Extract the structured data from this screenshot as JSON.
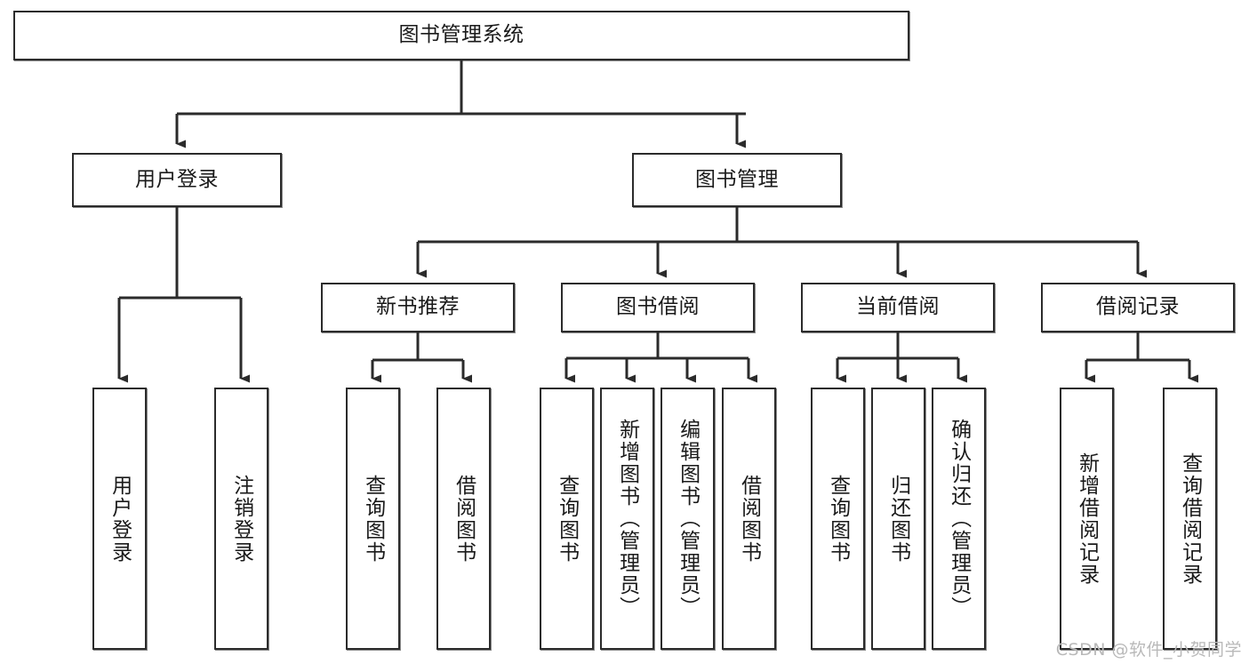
{
  "diagram": {
    "title": "图书管理系统",
    "watermark": "CSDN @软件_小贺同学",
    "colors": {
      "box_border": "#2b2b2b",
      "box_fill": "#ffffff",
      "edge": "#2b2b2b",
      "text": "#1a1a1a",
      "watermark": "#b9b9b9",
      "background": "#ffffff"
    },
    "root": {
      "label": "图书管理系统"
    },
    "level1": [
      {
        "label": "用户登录"
      },
      {
        "label": "图书管理"
      }
    ],
    "level2": [
      {
        "label": "新书推荐"
      },
      {
        "label": "图书借阅"
      },
      {
        "label": "当前借阅"
      },
      {
        "label": "借阅记录"
      }
    ],
    "leaves": {
      "user_login": [
        {
          "label": "用户登录"
        },
        {
          "label": "注销登录"
        }
      ],
      "new_book_recommend": [
        {
          "label": "查询图书"
        },
        {
          "label": "借阅图书"
        }
      ],
      "book_borrow": [
        {
          "label": "查询图书"
        },
        {
          "label": "新增图书（管理员）"
        },
        {
          "label": "编辑图书（管理员）"
        },
        {
          "label": "借阅图书"
        }
      ],
      "current_borrow": [
        {
          "label": "查询图书"
        },
        {
          "label": "归还图书"
        },
        {
          "label": "确认归还（管理员）"
        }
      ],
      "borrow_record": [
        {
          "label": "新增借阅记录"
        },
        {
          "label": "查询借阅记录"
        }
      ]
    }
  }
}
